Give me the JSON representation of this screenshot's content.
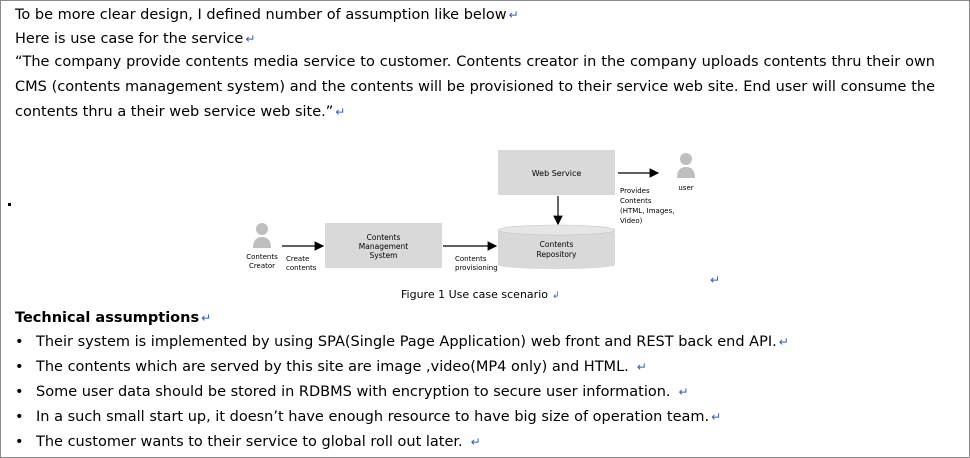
{
  "intro": {
    "line1": "To be more clear design, I defined number of assumption like below",
    "line2": "Here is use case for the service",
    "quote": "“The company provide contents media service to customer. Contents creator in the company uploads contents thru their own CMS (contents management system) and the contents will be provisioned to their service web site. End user will consume the contents thru a their web service web site.”"
  },
  "return_mark": "↵",
  "figure": {
    "web_service": "Web Service",
    "provides_lines": [
      "Provides",
      "Contents",
      "(HTML, Images,",
      "Video)"
    ],
    "user_label": "user",
    "creator_lines": [
      "Contents",
      "Creator"
    ],
    "create_lines": [
      "Create",
      "contents"
    ],
    "cms_lines": [
      "Contents",
      "Management",
      "System"
    ],
    "provisioning_lines": [
      "Contents",
      "provisioning"
    ],
    "repository_lines": [
      "Contents",
      "Repository"
    ],
    "caption": "Figure 1 Use case scenario",
    "caption_mark": "↲"
  },
  "technical": {
    "heading": "Technical assumptions",
    "bullet_char": "•",
    "items": [
      "Their system is implemented by using SPA(Single Page Application) web front and REST back end API.",
      "The contents which are served by this site are image ,video(MP4 only) and HTML.",
      "Some user data should be stored in RDBMS with encryption to secure user information.",
      "In a such small start up, it doesn’t have enough resource to have big size of operation team.",
      "The customer wants to their service to global roll out later."
    ]
  },
  "colors": {
    "box_fill": "#d9d9d9",
    "return_mark": "#2f5fb3",
    "person_icon": "#bfbfbf"
  }
}
